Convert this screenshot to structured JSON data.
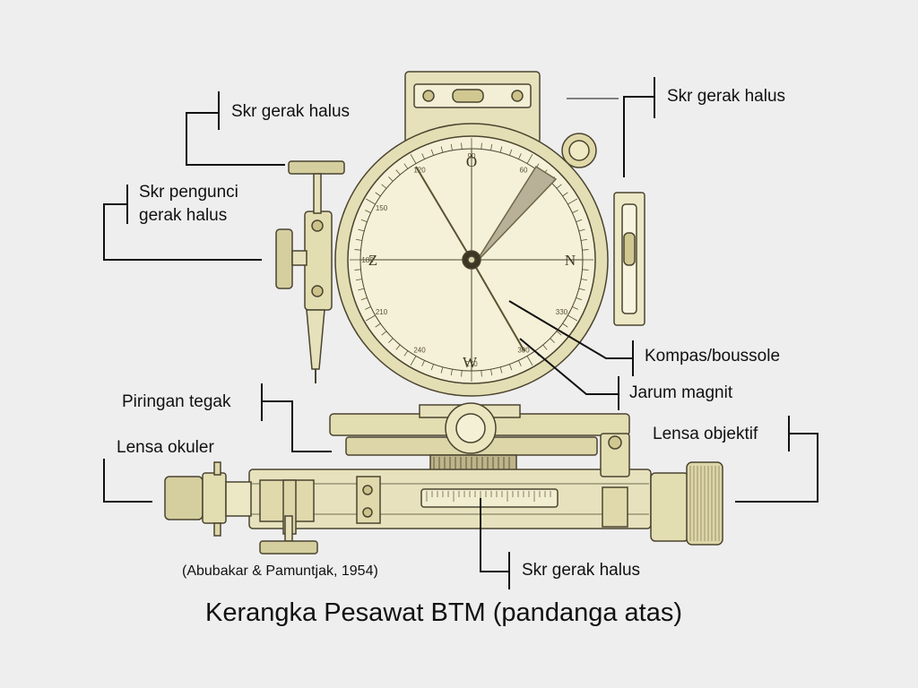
{
  "labels": {
    "skr_gerak_halus_top_left": "Skr gerak halus",
    "skr_gerak_halus_top_right": "Skr gerak halus",
    "skr_pengunci_line1": "Skr pengunci",
    "skr_pengunci_line2": "gerak halus",
    "kompas": "Kompas/boussole",
    "jarum_magnit": "Jarum magnit",
    "piringan_tegak": "Piringan tegak",
    "lensa_objektif": "Lensa objektif",
    "lensa_okuler": "Lensa okuler",
    "skr_gerak_halus_bottom": "Skr gerak halus"
  },
  "compass": {
    "letters": {
      "north": "O",
      "east": "N",
      "south": "W",
      "west": "Z"
    },
    "ticks": [
      "90",
      "60",
      "120",
      "150",
      "180",
      "210",
      "240",
      "270",
      "300",
      "330"
    ]
  },
  "caption": "(Abubakar & Pamuntjak, 1954)",
  "title": "Kerangka Pesawat BTM (pandanga atas)",
  "colors": {
    "background": "#eeeeee",
    "instrument_body": "#ece8c5",
    "instrument_metal": "#d9d3ab",
    "instrument_dark": "#5a5233",
    "dial_face": "#f4f1d8",
    "line": "#111111"
  }
}
